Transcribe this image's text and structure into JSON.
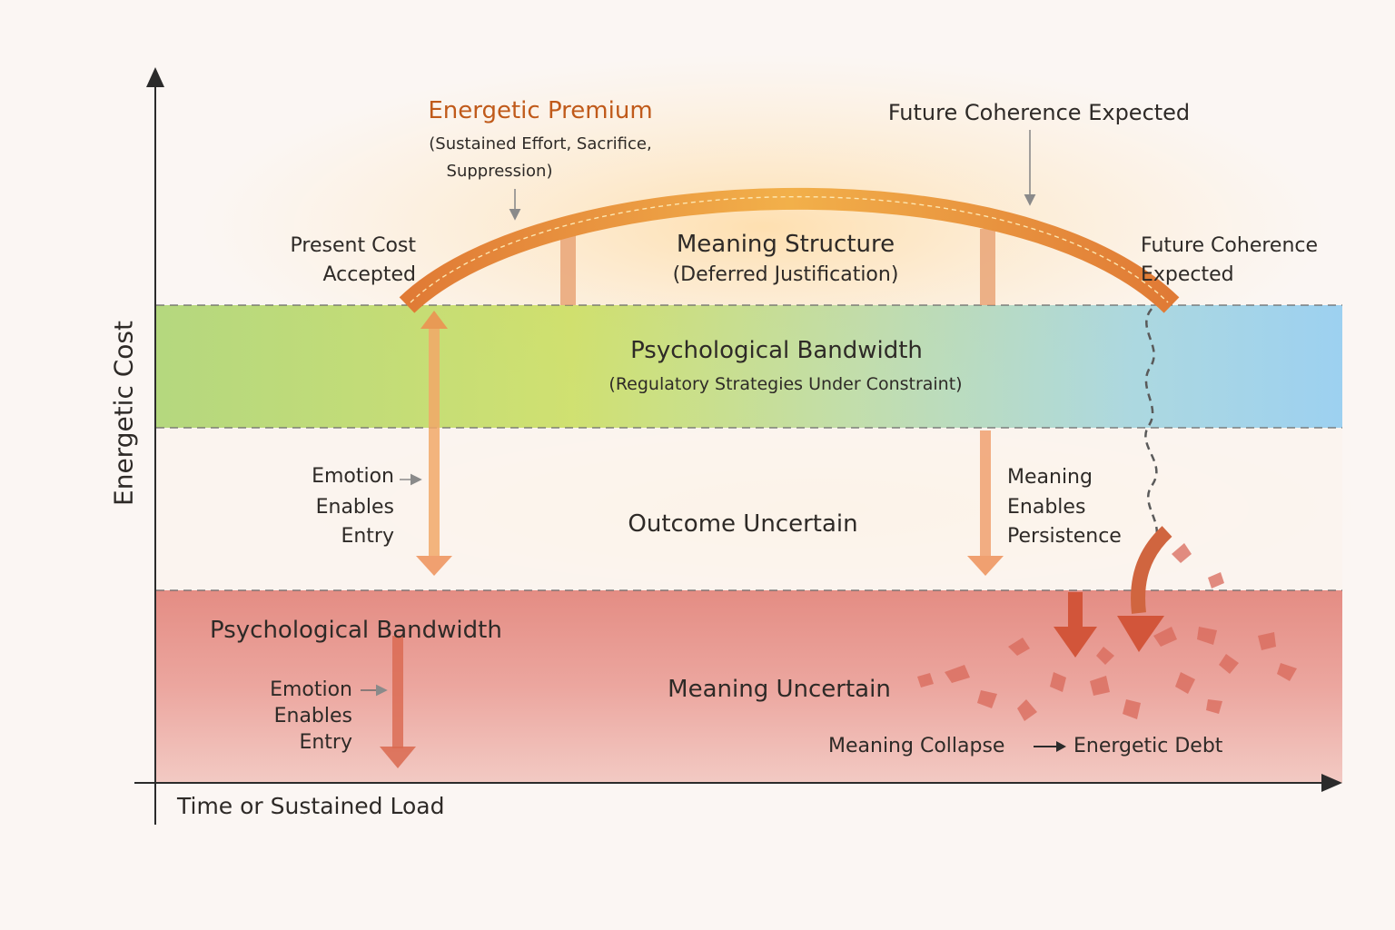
{
  "axes": {
    "y_label": "Energetic Cost",
    "x_label": "Time or Sustained Load"
  },
  "top": {
    "premium_title": "Energetic Premium",
    "premium_sub_1": "(Sustained Effort, Sacrifice,",
    "premium_sub_2": "Suppression)",
    "future_top": "Future Coherence Expected",
    "present_cost_1": "Present Cost",
    "present_cost_2": "Accepted",
    "meaning_structure": "Meaning Structure",
    "deferred": "(Deferred Justification)",
    "future_right_1": "Future Coherence",
    "future_right_2": "Expected"
  },
  "bands": {
    "bandwidth_title": "Psychological Bandwidth",
    "bandwidth_sub": "(Regulatory Strategies Under Constraint)",
    "outcome": "Outcome Uncertain",
    "emotion_1": "Emotion",
    "emotion_2": "Enables",
    "emotion_3": "Entry",
    "meaning_1": "Meaning",
    "meaning_2": "Enables",
    "meaning_3": "Persistence"
  },
  "bottom": {
    "bandwidth_title": "Psychological Bandwidth",
    "emotion_1": "Emotion",
    "emotion_2": "Enables",
    "emotion_3": "Entry",
    "meaning_uncertain": "Meaning Uncertain",
    "collapse": "Meaning Collapse",
    "debt": "Energetic Debt"
  },
  "colors": {
    "premium_title": "#c05a1a",
    "arch": "#e58a3a",
    "axis": "#2b2b2b",
    "arrow_orange": "#f0a060",
    "arrow_red": "#d2553a"
  }
}
